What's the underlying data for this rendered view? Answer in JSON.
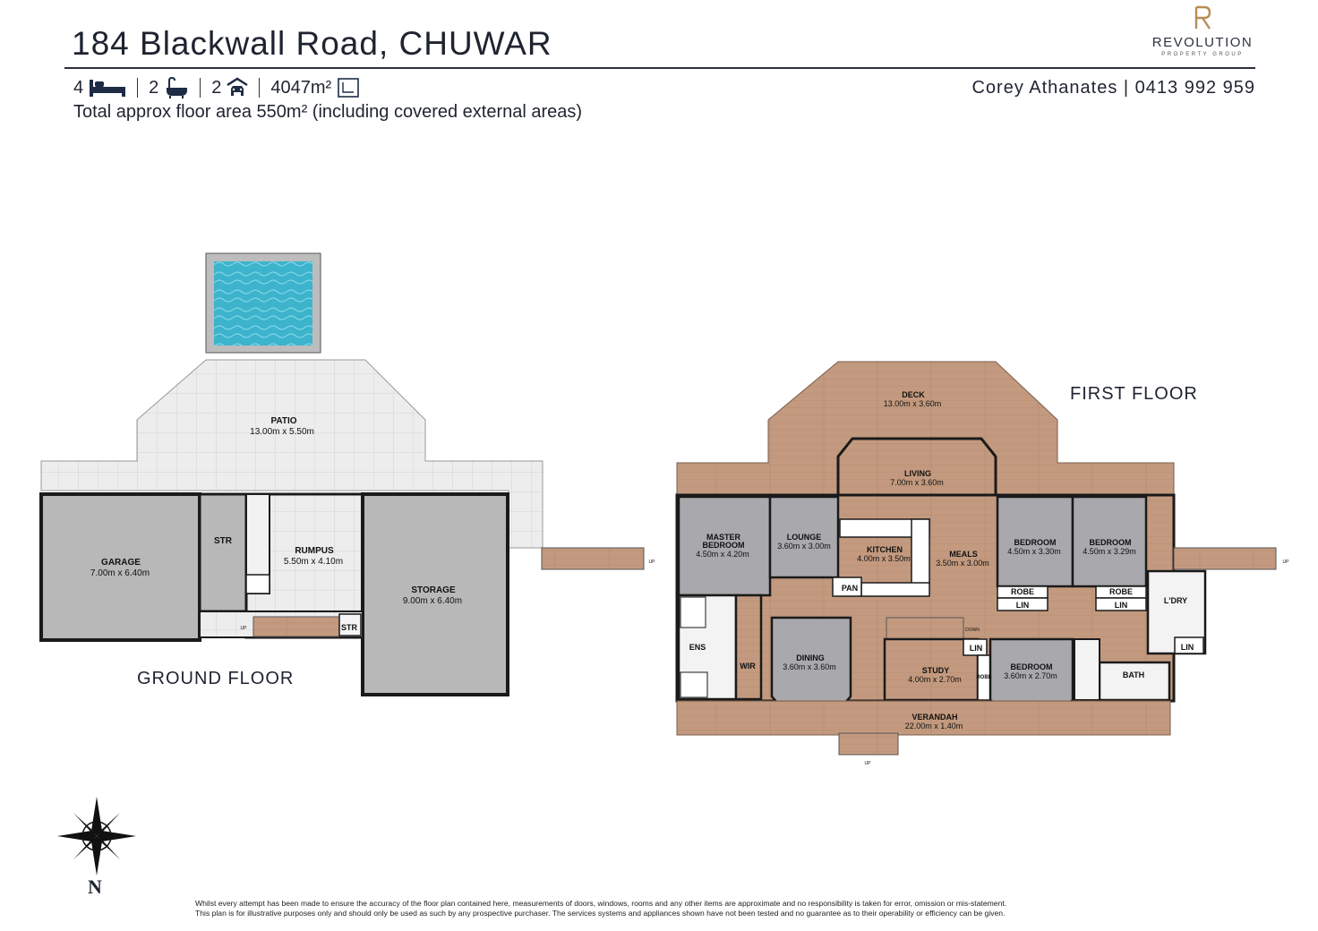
{
  "header": {
    "title": "184 Blackwall Road, CHUWAR",
    "beds": "4",
    "baths": "2",
    "cars": "2",
    "land": "4047m²",
    "total_area": "Total approx floor area 550m² (including covered external areas)",
    "agent": "Corey Athanates | 0413 992 959"
  },
  "logo": {
    "brand": "REVOLUTION",
    "sub": "PROPERTY GROUP",
    "mark": "R"
  },
  "floors": {
    "ground": "GROUND FLOOR",
    "first": "FIRST FLOOR"
  },
  "rooms": {
    "patio": {
      "label": "PATIO",
      "dim": "13.00m  x 5.50m"
    },
    "garage": {
      "label": "GARAGE",
      "dim": "7.00m  x 6.40m"
    },
    "str1": {
      "label": "STR"
    },
    "rumpus": {
      "label": "RUMPUS",
      "dim": "5.50m  x 4.10m"
    },
    "storage": {
      "label": "STORAGE",
      "dim": "9.00m  x 6.40m"
    },
    "str2": {
      "label": "STR"
    },
    "deck": {
      "label": "DECK",
      "dim": "13.00m  x 3.60m"
    },
    "living": {
      "label": "LIVING",
      "dim": "7.00m  x 3.60m"
    },
    "master": {
      "label": "MASTER",
      "label2": "BEDROOM",
      "dim": "4.50m  x 4.20m"
    },
    "lounge": {
      "label": "LOUNGE",
      "dim": "3.60m  x 3.00m"
    },
    "kitchen": {
      "label": "KITCHEN",
      "dim": "4.00m  x 3.50m"
    },
    "meals": {
      "label": "MEALS",
      "dim": "3.50m  x 3.00m"
    },
    "bed2": {
      "label": "BEDROOM",
      "dim": "4.50m  x 3.30m"
    },
    "bed3": {
      "label": "BEDROOM",
      "dim": "4.50m  x 3.29m"
    },
    "robe1": {
      "label": "ROBE"
    },
    "robe2": {
      "label": "ROBE"
    },
    "lin1": {
      "label": "LIN"
    },
    "lin2": {
      "label": "LIN"
    },
    "lin3": {
      "label": "LIN"
    },
    "lin4": {
      "label": "LIN"
    },
    "ldry": {
      "label": "L'DRY"
    },
    "pan": {
      "label": "PAN"
    },
    "ens": {
      "label": "ENS"
    },
    "wir": {
      "label": "WIR"
    },
    "dining": {
      "label": "DINING",
      "dim": "3.60m  x 3.60m"
    },
    "study": {
      "label": "STUDY",
      "dim": "4.00m  x 2.70m"
    },
    "robe3": {
      "label": "ROBE"
    },
    "bed4": {
      "label": "BEDROOM",
      "dim": "3.60m  x 2.70m"
    },
    "bath": {
      "label": "BATH"
    },
    "verandah": {
      "label": "VERANDAH",
      "dim": "22.00m  x 1.40m"
    }
  },
  "markers": {
    "up": "UP",
    "down": "DOWN"
  },
  "compass": {
    "north": "N"
  },
  "disclaimer": [
    "Whilst every attempt has been made to ensure the accuracy of the floor plan contained here, measurements of doors, windows, rooms and any other items are approximate and no responsibility is taken for error, omission or mis-statement.",
    "This plan is for illustrative purposes only and should only be used as such by any prospective purchaser. The services systems and appliances shown have not been tested and no guarantee as to their operability or efficiency can be given."
  ],
  "colors": {
    "deck_wood": "#c49a7e",
    "carpet": "#a8a8ac",
    "tile": "#ececec",
    "pool": "#3fb6cf",
    "wall": "#1a1a1a",
    "concrete": "#b9b9b9"
  }
}
